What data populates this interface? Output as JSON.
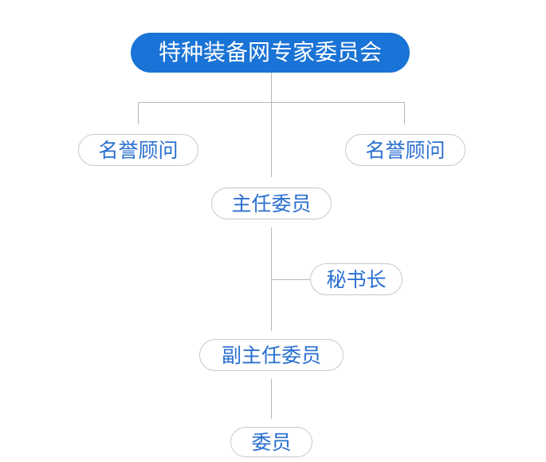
{
  "org": {
    "root": "特种装备网专家委员会",
    "advisor_left": "名誉顾问",
    "advisor_right": "名誉顾问",
    "director": "主任委员",
    "secretary": "秘书长",
    "vice_director": "副主任委员",
    "member": "委员"
  },
  "colors": {
    "root_fill": "#1a73d6",
    "root_text": "#ffffff",
    "node_text": "#2a6fcf",
    "node_border": "#c8c8c8",
    "connector": "#b8b8b8"
  }
}
